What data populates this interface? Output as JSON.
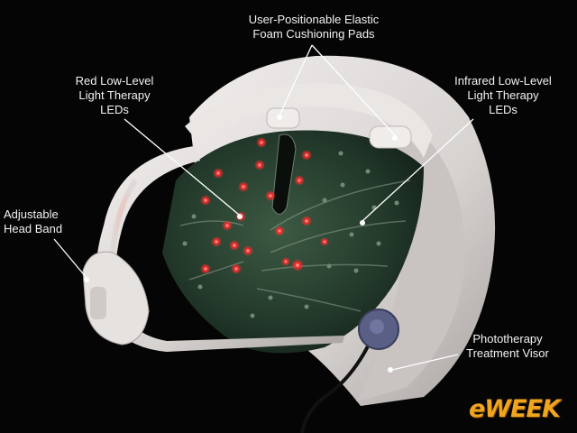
{
  "callouts": {
    "pads": {
      "line1": "User-Positionable Elastic",
      "line2": "Foam Cushioning Pads"
    },
    "red": {
      "line1": "Red Low-Level",
      "line2": "Light Therapy",
      "line3": "LEDs"
    },
    "ir": {
      "line1": "Infrared Low-Level",
      "line2": "Light Therapy",
      "line3": "LEDs"
    },
    "band": {
      "line1": "Adjustable",
      "line2": "Head Band"
    },
    "visor": {
      "line1": "Phototherapy",
      "line2": "Treatment Visor"
    }
  },
  "logo": {
    "text": "eWEEK"
  },
  "colors": {
    "background": "#050505",
    "visor_shell": "#d9d5d3",
    "panel": "#1f3a2a",
    "red_led": "#ff2b2b",
    "ir_led": "#6f8a74",
    "knob": "#5a5f86",
    "label": "#f2f2f2",
    "logo": "#f0a51e"
  }
}
